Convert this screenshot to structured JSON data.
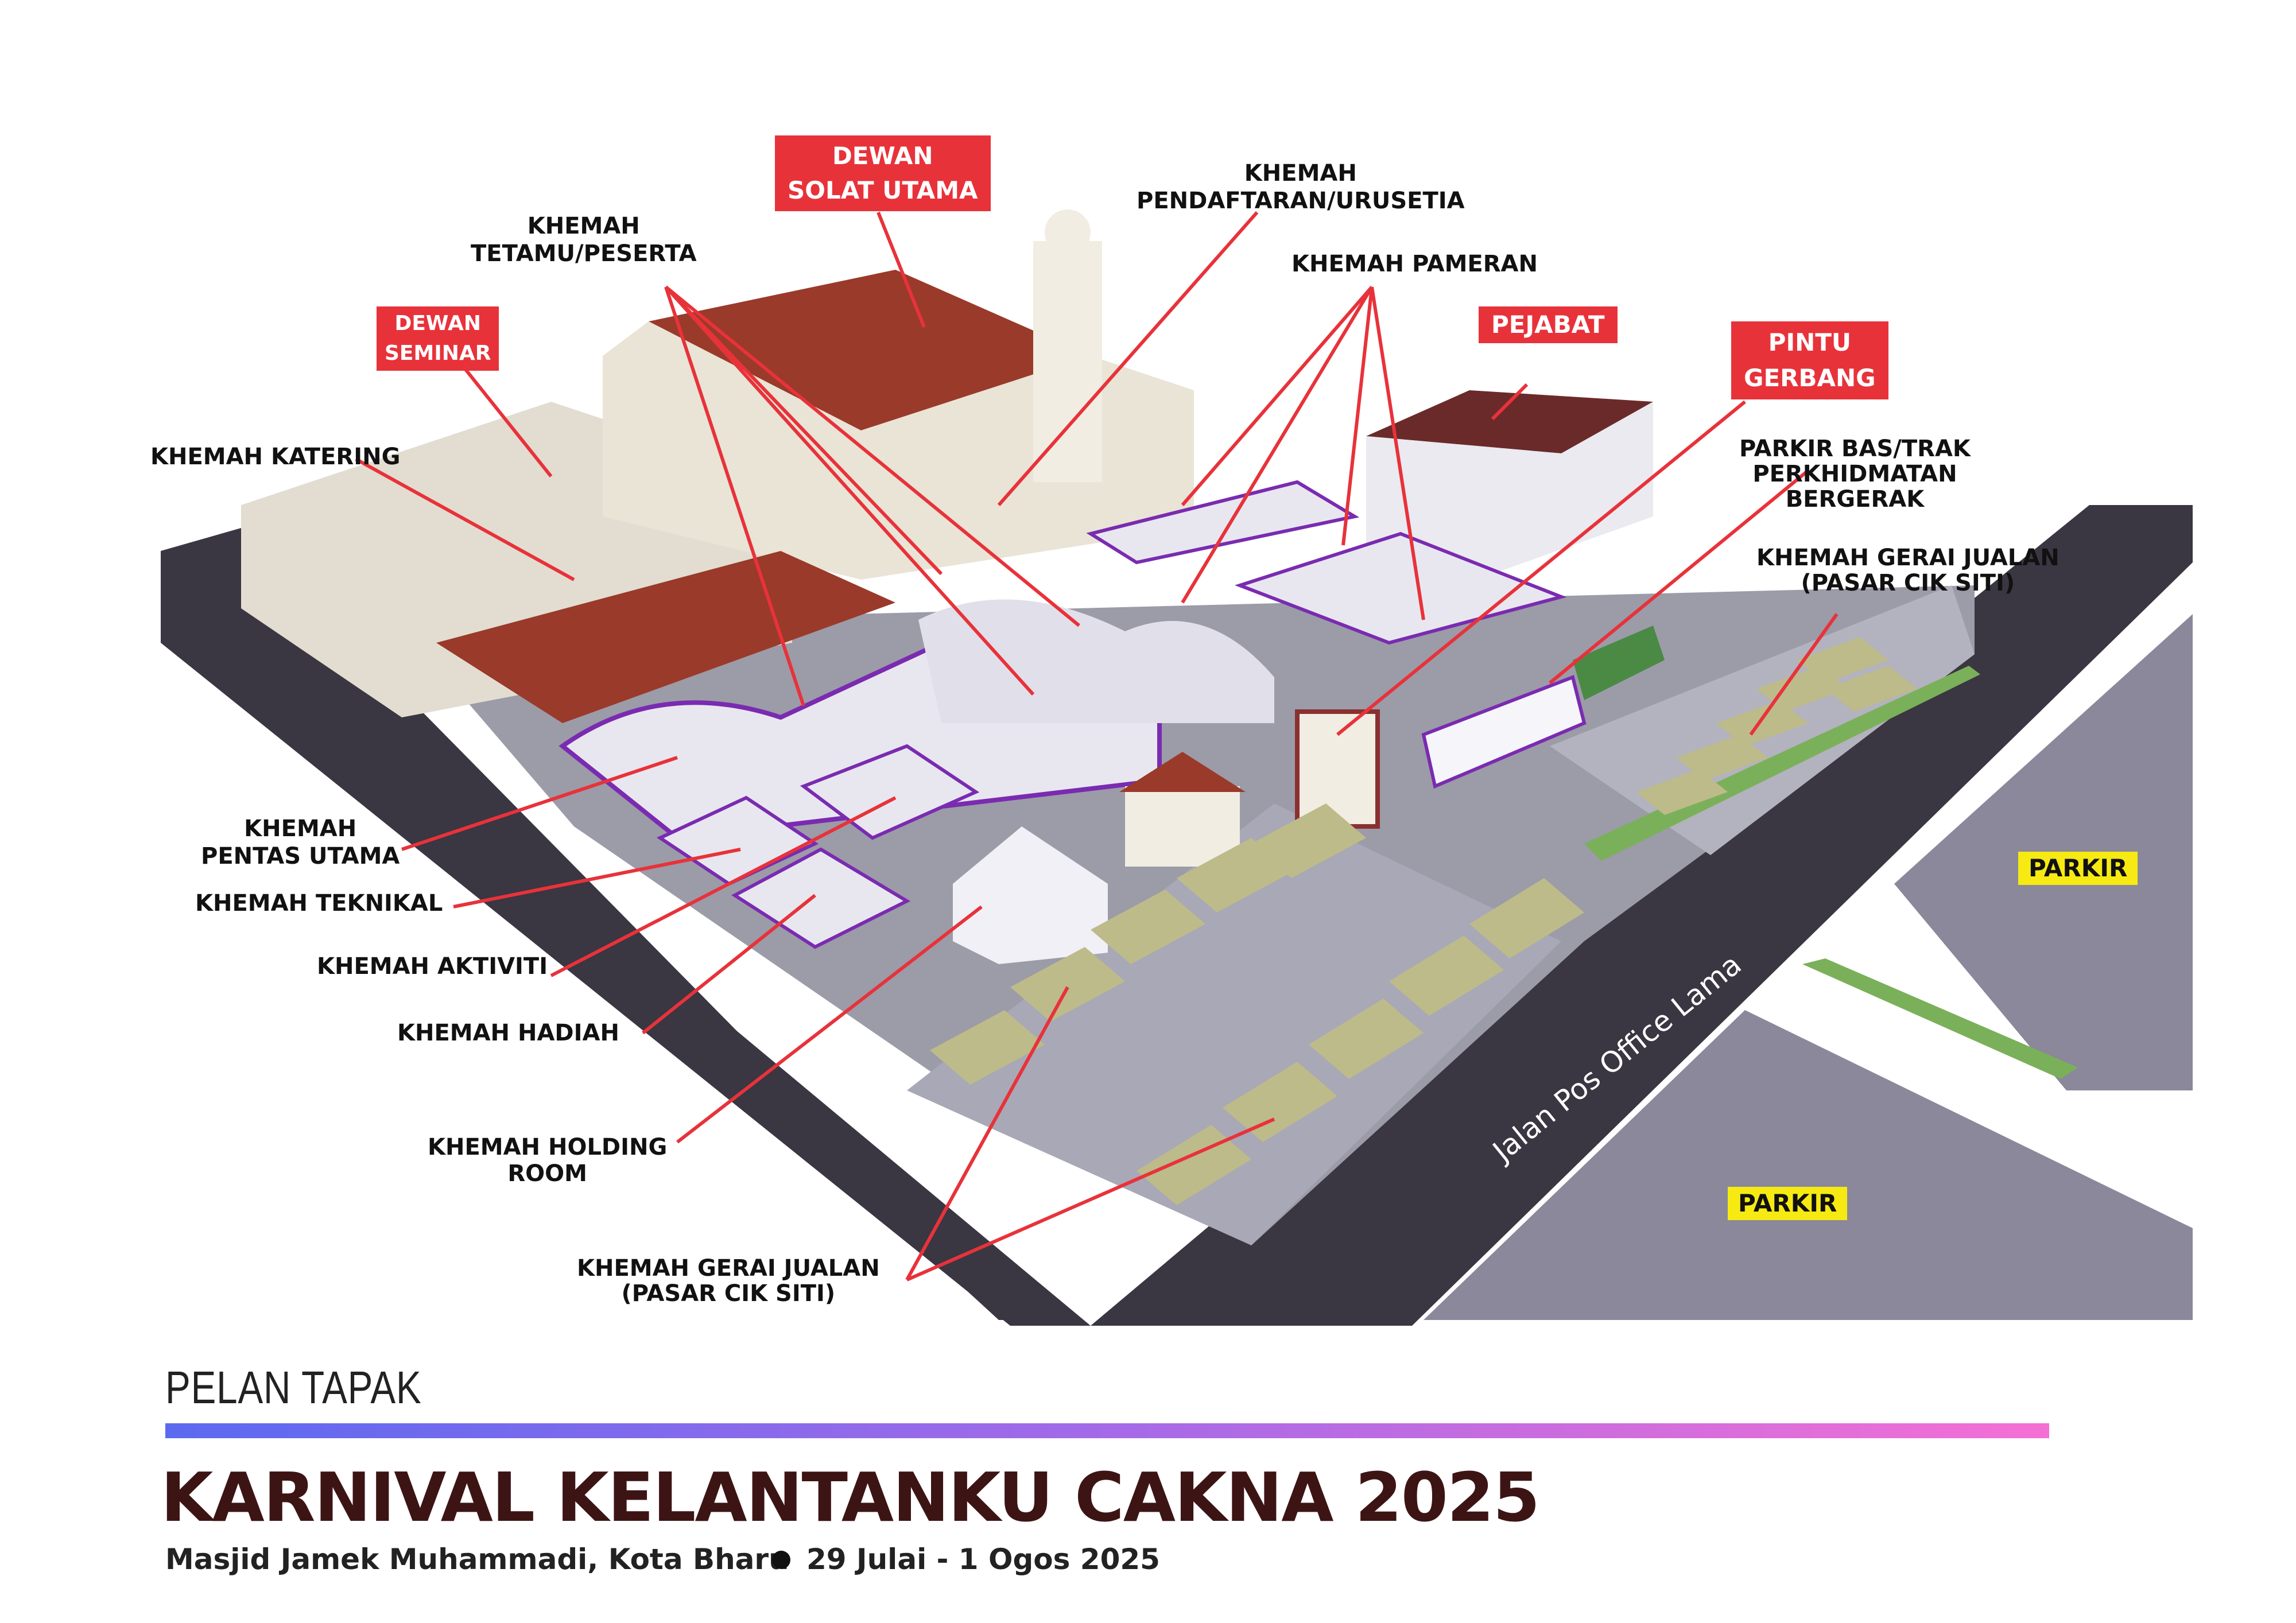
{
  "labels": {
    "khemah_tetamu": "KHEMAH\nTETAMU/PESERTA",
    "khemah_pendaftaran": "KHEMAH\nPENDAFTARAN/URUSETIA",
    "khemah_pameran": "KHEMAH PAMERAN",
    "khemah_katering": "KHEMAH KATERING",
    "parkir_bas": "PARKIR BAS/TRAK\nPERKHIDMATAN\nBERGERAK",
    "khemah_gerai_top": "KHEMAH GERAI JUALAN\n(PASAR CIK SITI)",
    "khemah_pentas": "KHEMAH\nPENTAS UTAMA",
    "khemah_teknikal": "KHEMAH TEKNIKAL",
    "khemah_aktiviti": "KHEMAH AKTIVITI",
    "khemah_hadiah": "KHEMAH HADIAH",
    "khemah_holding": "KHEMAH HOLDING\nROOM",
    "khemah_gerai_bottom": "KHEMAH GERAI JUALAN\n(PASAR CIK SITI)"
  },
  "tags": {
    "dewan_solat": "DEWAN\nSOLAT UTAMA",
    "dewan_seminar": "DEWAN\nSEMINAR",
    "pejabat": "PEJABAT",
    "pintu_gerbang": "PINTU\nGERBANG"
  },
  "parking": {
    "parkir_top": "PARKIR",
    "parkir_bottom": "PARKIR"
  },
  "road_name": "Jalan Pos Office Lama",
  "footer": {
    "plan_label": "PELAN TAPAK",
    "event_title": "KARNIVAL KELANTANKU CAKNA 2025",
    "venue": "Masjid Jamek Muhammadi, Kota Bharu",
    "dates": "29 Julai - 1 Ogos 2025"
  },
  "colors": {
    "road": "#3a3642",
    "plaza": "#9c9ba8",
    "roof_red": "#9a3a2a",
    "tent": "#e8e7f0",
    "tent_trim": "#7a2bb0",
    "stall": "#bdbb8a",
    "arrow": "#e8323a",
    "tag_red": "#e8323a",
    "tag_yellow": "#f6ea12"
  }
}
